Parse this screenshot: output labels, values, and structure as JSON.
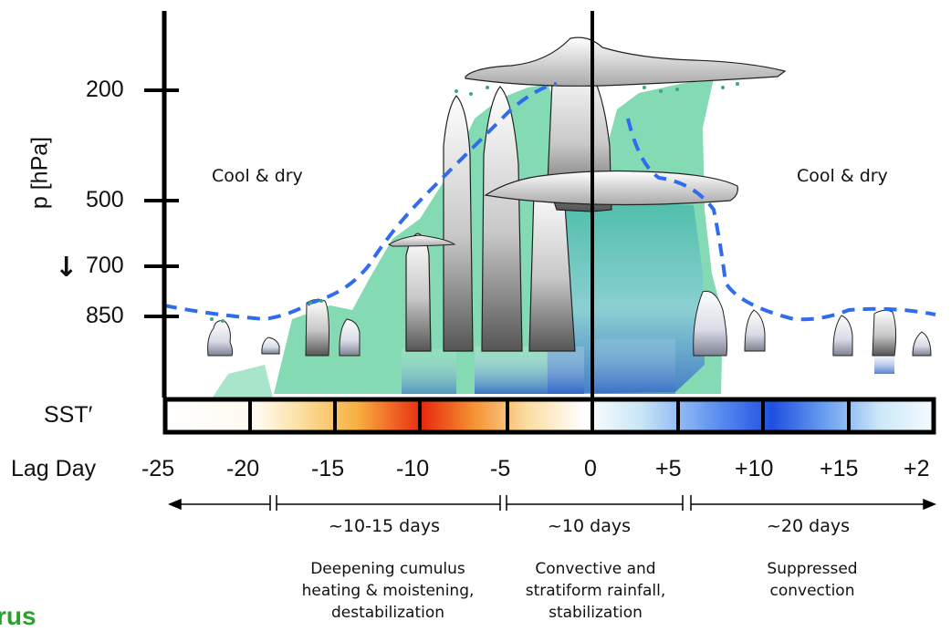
{
  "yaxis": {
    "label": "p [hPa]",
    "ticks": [
      "200",
      "500",
      "700",
      "850"
    ]
  },
  "regions": {
    "left_label": "Cool & dry",
    "right_label": "Cool & dry"
  },
  "sst": {
    "label": "SST′"
  },
  "lag": {
    "label": "Lag Day",
    "ticks": [
      "-25",
      "-20",
      "-15",
      "-10",
      "-5",
      "0",
      "+5",
      "+10",
      "+15",
      "+2"
    ]
  },
  "phases": [
    {
      "duration": "~10-15 days",
      "description": [
        "Deepening cumulus",
        "heating & moistening,",
        "destabilization"
      ]
    },
    {
      "duration": "~10 days",
      "description": [
        "Convective and",
        "stratiform rainfall,",
        "stabilization"
      ]
    },
    {
      "duration": "~20 days",
      "description": [
        "Suppressed",
        "convection"
      ]
    }
  ],
  "footer": {
    "brand_fragment": "rus"
  },
  "colors": {
    "moisture": "#6fd3a6",
    "dashed_line": "#2f6cf0",
    "warm": "#e82a10",
    "cold": "#1f4fe0",
    "brand": "#2ca02c"
  }
}
